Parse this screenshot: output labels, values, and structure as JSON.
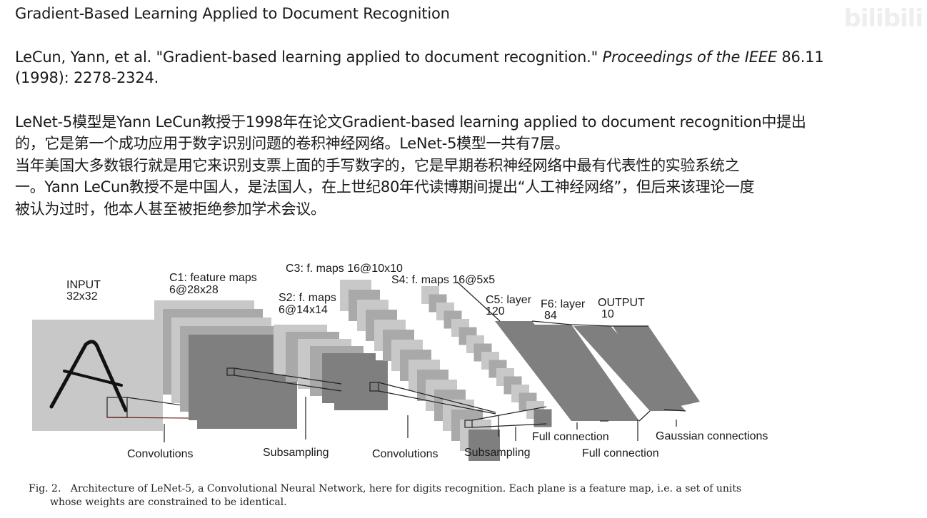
{
  "title": "Gradient-Based Learning Applied to Document Recognition",
  "citation": {
    "line1_prefix": "LeCun, Yann, et al. \"Gradient-based learning applied to document recognition.\" ",
    "journal": "Proceedings of the IEEE",
    "line1_suffix": " 86.11",
    "line2": "(1998): 2278-2324."
  },
  "paragraph_lines": [
    "LeNet-5模型是Yann LeCun教授于1998年在论文Gradient-based learning applied to document recognition中提出",
    "的，它是第一个成功应用于数字识别问题的卷积神经网络。LeNet-5模型一共有7层。",
    "当年美国大多数银行就是用它来识别支票上面的手写数字的，它是早期卷积神经网络中最有代表性的实验系统之",
    "一。Yann LeCun教授不是中国人，是法国人，在上世纪80年代读博期间提出“人工神经网络”，但后来该理论一度",
    "被认为过时，他本人甚至被拒绝参加学术会议。"
  ],
  "watermark": "bilibili",
  "diagram": {
    "input_label": "INPUT",
    "input_size": "32x32",
    "input_glyph": "A",
    "c1_label": "C1: feature maps",
    "c1_size": "6@28x28",
    "s2_label": "S2: f. maps",
    "s2_size": "6@14x14",
    "c3_label": "C3: f. maps 16@10x10",
    "s4_label": "S4: f. maps 16@5x5",
    "c5_label": "C5: layer",
    "c5_size": "120",
    "f6_label": "F6: layer",
    "f6_size": "84",
    "output_label": "OUTPUT",
    "output_size": "10",
    "op_convolutions_1": "Convolutions",
    "op_subsampling_1": "Subsampling",
    "op_convolutions_2": "Convolutions",
    "op_subsampling_2": "Subsampling",
    "op_full_connection_1": "Full connection",
    "op_full_connection_2": "Full connection",
    "op_gaussian": "Gaussian connections",
    "colors": {
      "light": "#c8c8c8",
      "mid": "#a9a9a9",
      "dark": "#7f7f7f",
      "line": "#1a1a1a"
    }
  },
  "caption": {
    "line1": "Fig. 2.   Architecture of LeNet-5, a Convolutional Neural Network, here for digits recognition. Each plane is a feature map, i.e. a set of units",
    "line2": "whose weights are constrained to be identical."
  }
}
